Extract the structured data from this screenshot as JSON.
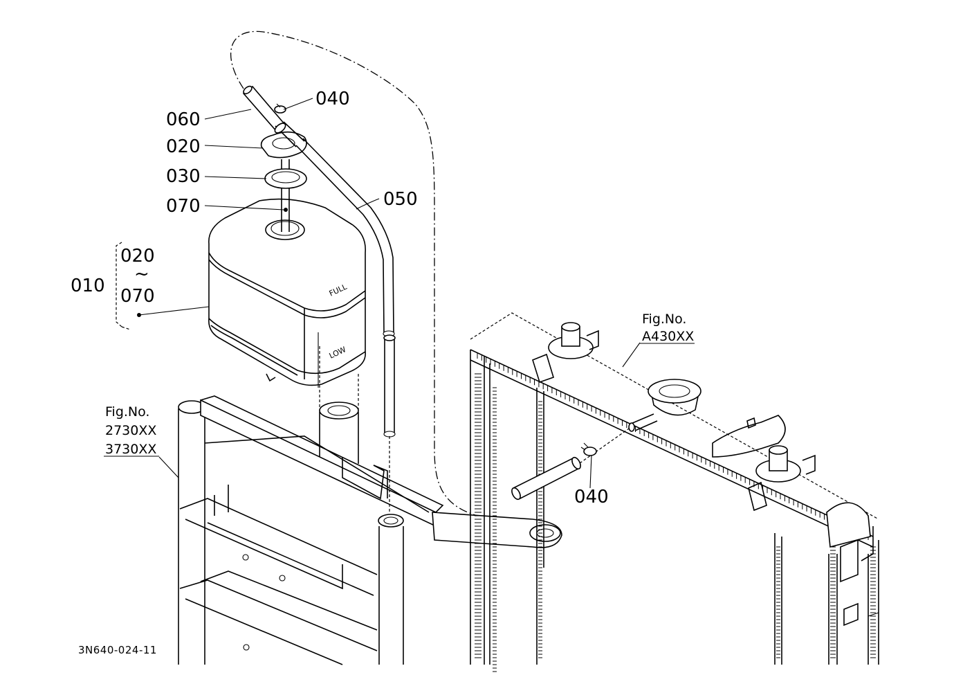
{
  "figure_code": "3N640-024-11",
  "callouts": {
    "c060": "060",
    "c040_top": "040",
    "c020": "020",
    "c030": "030",
    "c050": "050",
    "c070": "070",
    "c010": "010",
    "group_from": "020",
    "group_tilde": "~",
    "group_to": "070",
    "c040_bottom": "040"
  },
  "tank_marks": {
    "full": "FULL",
    "low": "LOW"
  },
  "fig_refs": {
    "radiator": {
      "title": "Fig.No.",
      "lines": [
        "A430XX"
      ]
    },
    "frame": {
      "title": "Fig.No.",
      "lines": [
        "2730XX",
        "3730XX"
      ]
    }
  }
}
